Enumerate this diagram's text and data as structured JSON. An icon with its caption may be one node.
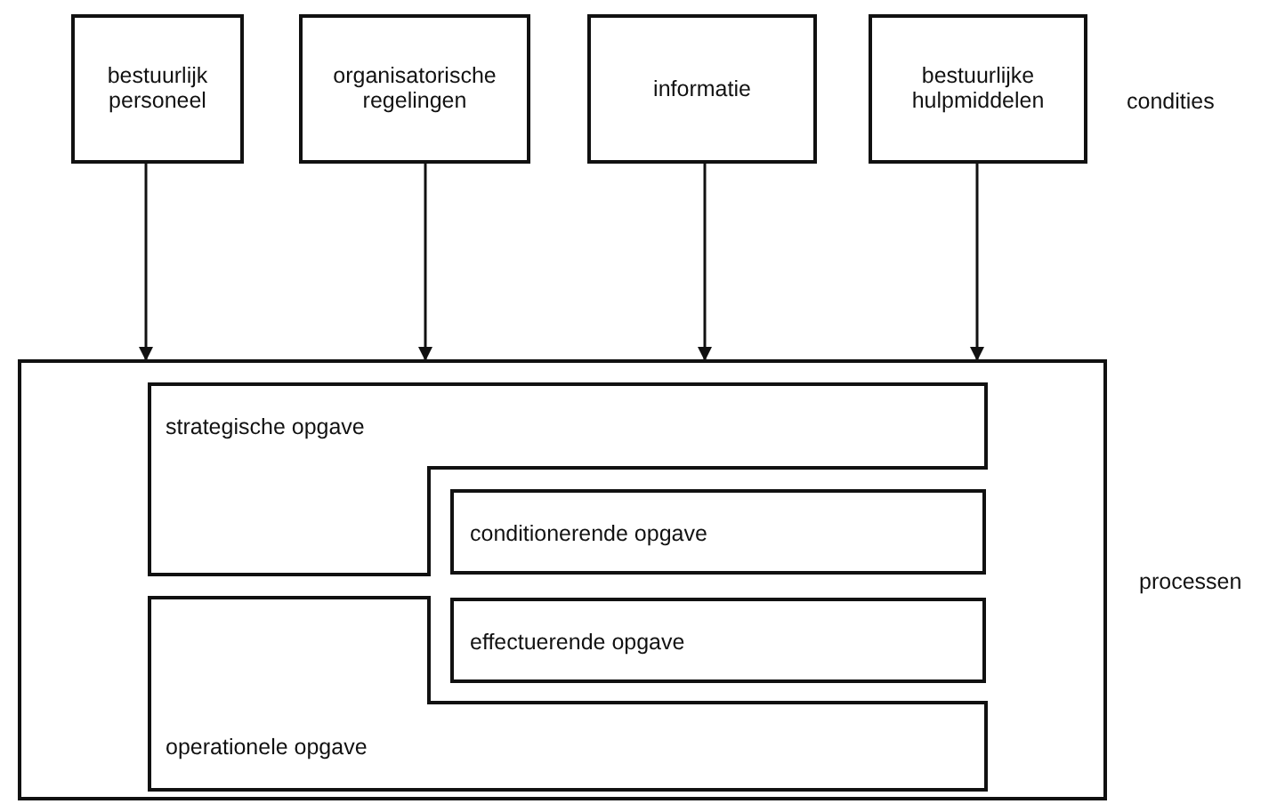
{
  "diagram": {
    "nodes": [
      {
        "text": [
          "bestuurlijk personeel"
        ]
      },
      {
        "text": [
          "organisatorische regelingen"
        ]
      },
      {
        "text": [
          "informatie"
        ]
      },
      {
        "text": [
          "bestuurlijke hulpmiddelen"
        ]
      },
      {
        "text": [],
        "shape": "box"
      },
      {
        "text": [
          "strategische opgave"
        ],
        "in": 4
      },
      {
        "text": [
          "conditionerende opgave"
        ],
        "in": 4
      },
      {
        "text": [
          "effectuerende opgave"
        ],
        "in": 4
      },
      {
        "text": [
          "operationele opgave"
        ],
        "in": 4
      }
    ],
    "edges": [
      {
        "from": 0,
        "to": 4,
        "arrow": "to"
      },
      {
        "from": 1,
        "to": 4,
        "arrow": "to"
      },
      {
        "from": 2,
        "to": 4,
        "arrow": "to"
      },
      {
        "from": 3,
        "to": 4,
        "arrow": "to"
      }
    ],
    "labels": [
      "condities",
      "processen"
    ]
  }
}
